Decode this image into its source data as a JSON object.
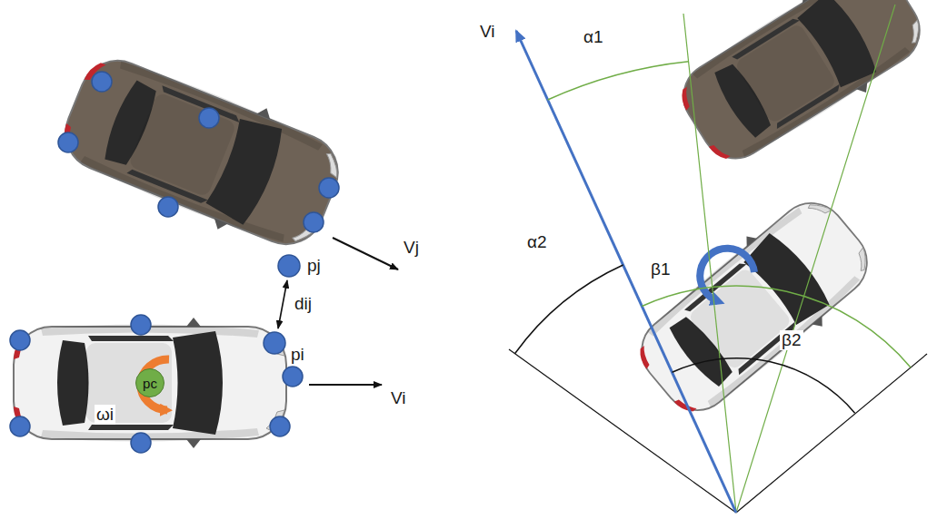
{
  "diagram": {
    "nodes": [
      {
        "text": [
          "pc"
        ]
      }
    ],
    "labels": [
      "pj",
      "Vj",
      "dij",
      "pi",
      "ωi",
      "Vi",
      "Vi",
      "α1",
      "α2",
      "β1",
      "β2"
    ]
  }
}
